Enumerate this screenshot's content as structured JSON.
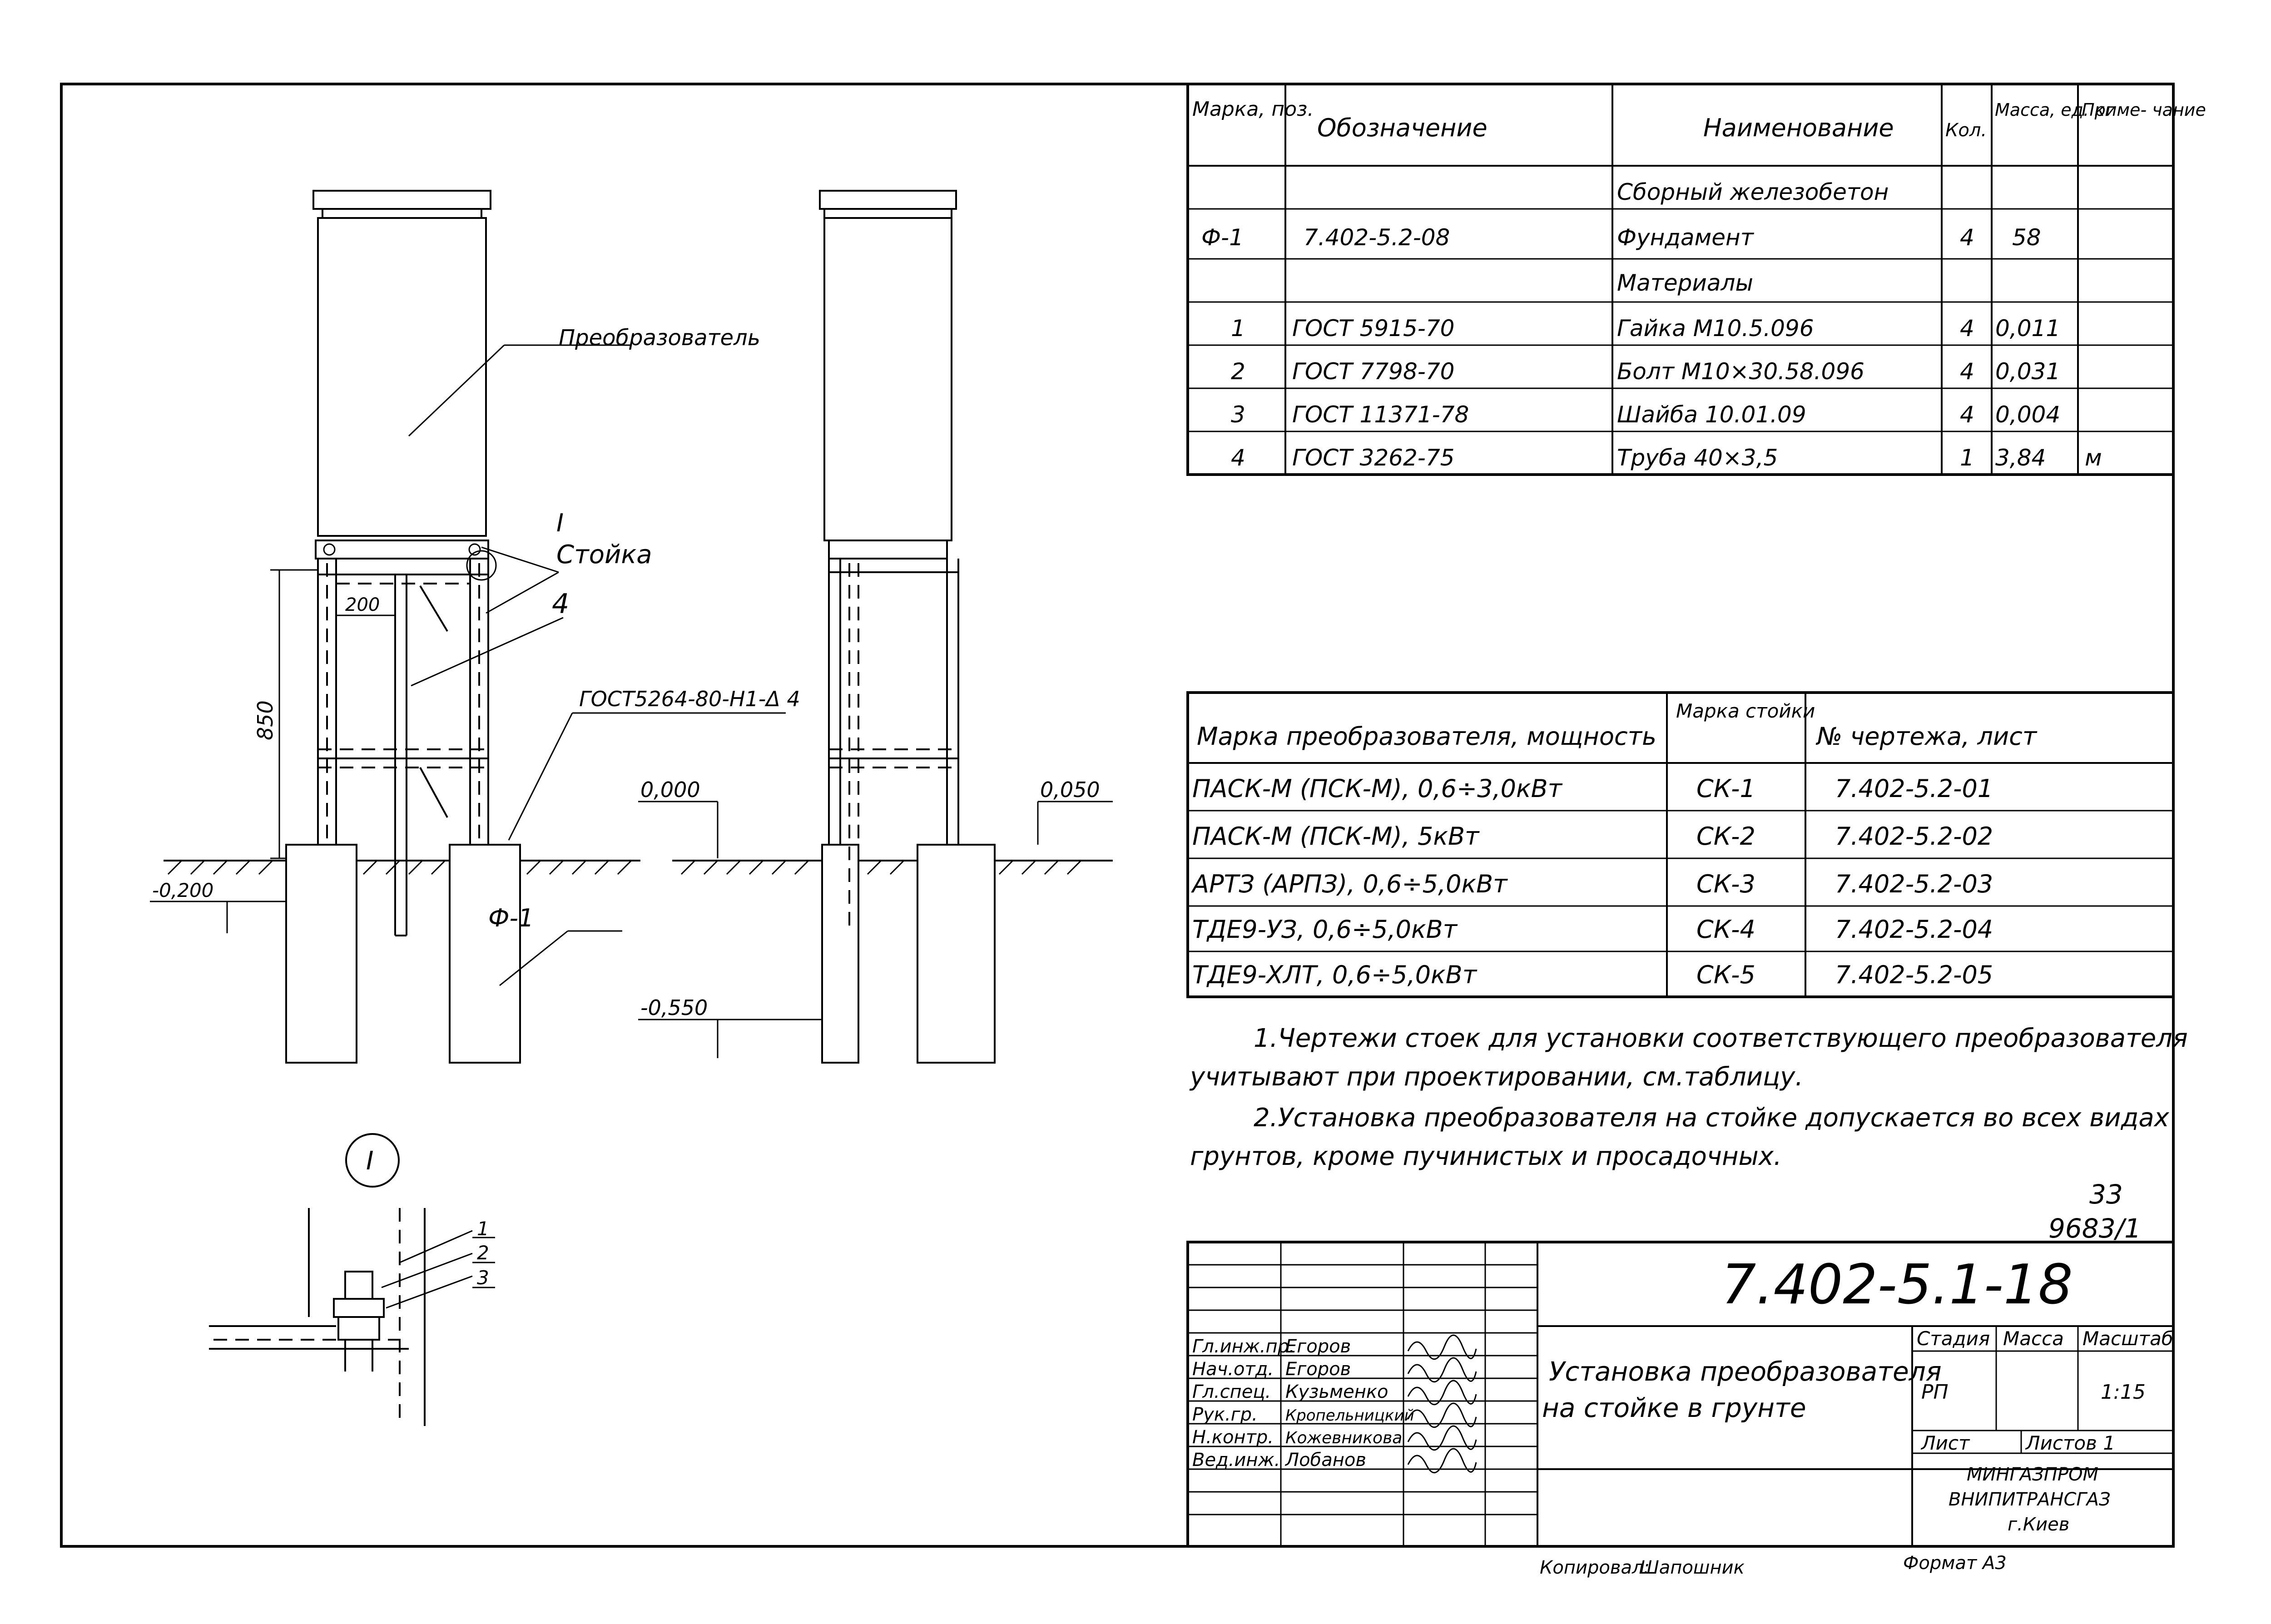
{
  "drawing": {
    "labels": {
      "converter": "Преобразователь",
      "node": "I",
      "post": "Стойка",
      "pos4": "4",
      "weld": "ГОСТ5264-80-Н1-Δ 4",
      "dim_200": "200",
      "dim_850": "850",
      "level_000": "0,000",
      "level_050": "0,050",
      "level_minus200": "-0,200",
      "level_minus550": "-0,550",
      "foundation": "Ф-1",
      "detail_id": "I",
      "detail_pos": [
        "1",
        "2",
        "3"
      ]
    }
  },
  "spec_table": {
    "headers": [
      "Марка, поз.",
      "Обозначение",
      "Наименование",
      "Кол.",
      "Масса, ед. кг",
      "Приме- чание"
    ],
    "rows": [
      [
        "",
        "",
        "Сборный железобетон",
        "",
        "",
        ""
      ],
      [
        "Ф-1",
        "7.402-5.2-08",
        "Фундамент",
        "4",
        "58",
        ""
      ],
      [
        "",
        "",
        "Материалы",
        "",
        "",
        ""
      ],
      [
        "1",
        "ГОСТ 5915-70",
        "Гайка М10.5.096",
        "4",
        "0,011",
        ""
      ],
      [
        "2",
        "ГОСТ 7798-70",
        "Болт М10×30.58.096",
        "4",
        "0,031",
        ""
      ],
      [
        "3",
        "ГОСТ 11371-78",
        "Шайба 10.01.09",
        "4",
        "0,004",
        ""
      ],
      [
        "4",
        "ГОСТ 3262-75",
        "Труба 40×3,5",
        "1",
        "3,84",
        "м"
      ]
    ]
  },
  "converter_table": {
    "headers": [
      "Марка преобразователя, мощность",
      "Марка стойки",
      "№ чертежа, лист"
    ],
    "rows": [
      [
        "ПАСК-М (ПСК-М), 0,6÷3,0кВт",
        "СК-1",
        "7.402-5.2-01"
      ],
      [
        "ПАСК-М (ПСК-М), 5кВт",
        "СК-2",
        "7.402-5.2-02"
      ],
      [
        "АРТЗ (АРПЗ), 0,6÷5,0кВт",
        "СК-3",
        "7.402-5.2-03"
      ],
      [
        "ТДЕ9-УЗ, 0,6÷5,0кВт",
        "СК-4",
        "7.402-5.2-04"
      ],
      [
        "ТДЕ9-ХЛТ, 0,6÷5,0кВт",
        "СК-5",
        "7.402-5.2-05"
      ]
    ]
  },
  "notes": [
    "1.Чертежи стоек для установки соответствующего преобразователя",
    "учитывают при проектировании, см.таблицу.",
    "2.Установка преобразователя на стойке допускается во всех видах",
    "грунтов, кроме пучинистых и просадочных."
  ],
  "sheet_refs": {
    "page": "33",
    "archive": "9683/1"
  },
  "title_block": {
    "code": "7.402-5.1-18",
    "title_line1": "Установка преобразователя",
    "title_line2": "на стойке в грунте",
    "stage_label": "Стадия",
    "mass_label": "Масса",
    "scale_label": "Масштаб",
    "stage": "РП",
    "scale": "1:15",
    "sheet_label": "Лист",
    "sheets_label": "Листов 1",
    "org_line1": "МИНГАЗПРОМ",
    "org_line2": "ВНИПИТРАНСГАЗ",
    "org_line3": "г.Киев",
    "signatures": [
      {
        "role": "Гл.инж.пр.",
        "name": "Егоров"
      },
      {
        "role": "Нач.отд.",
        "name": "Егоров"
      },
      {
        "role": "Гл.спец.",
        "name": "Кузьменко"
      },
      {
        "role": "Рук.гр.",
        "name": "Кропельницкий"
      },
      {
        "role": "Н.контр.",
        "name": "Кожевникова"
      },
      {
        "role": "Вед.инж.",
        "name": "Лобанов"
      }
    ]
  },
  "footer": {
    "copied": "Копировал:",
    "copied_by": "Шапошник",
    "format": "Формат А3"
  }
}
